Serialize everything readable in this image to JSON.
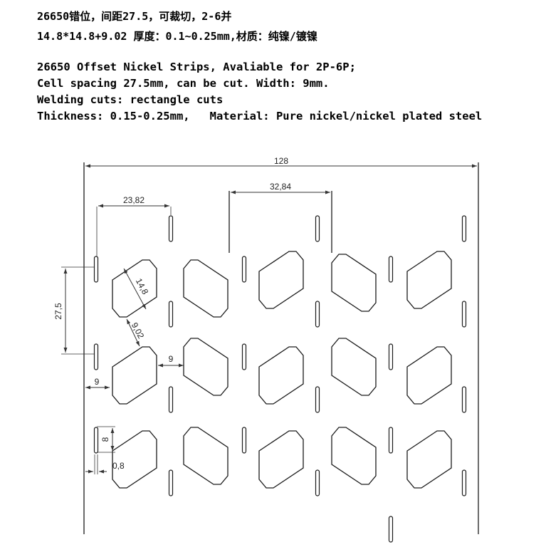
{
  "header": {
    "cn_line1": "26650错位，间距27.5，可裁切，2-6并",
    "cn_line2": "14.8*14.8+9.02 厚度：0.1~0.25mm,材质：纯镍/镀镍",
    "en_line1": "26650 Offset Nickel Strips, Avaliable for 2P-6P;",
    "en_line2": "Cell spacing 27.5mm, can be cut. Width: 9mm.",
    "en_line3": "Welding cuts: rectangle cuts",
    "en_line4": "Thickness: 0.15-0.25mm,   Material: Pure nickel/nickel plated steel"
  },
  "dimensions": {
    "total_width": "128",
    "offset_spacing": "32,84",
    "pitch_x": "23,82",
    "cell_spacing": "27,5",
    "pad_side": "14,8",
    "pad_gap": "9,02",
    "bridge_gap": "9",
    "strip_width": "9",
    "slot_length": "8",
    "slot_width": "0,8"
  },
  "colors": {
    "line": "#1a1a1a",
    "dim_line": "#333333"
  }
}
